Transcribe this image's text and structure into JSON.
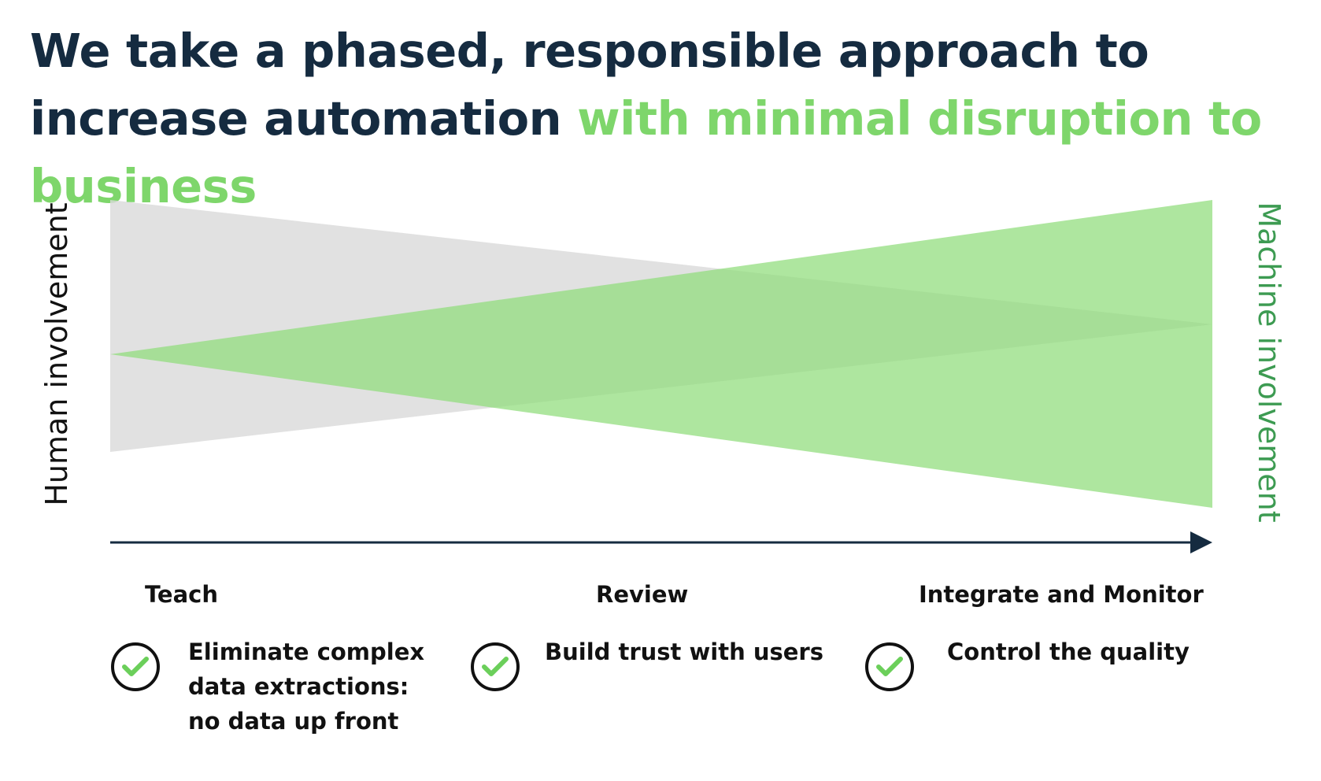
{
  "title": {
    "main": "We take a phased, responsible approach to increase automation ",
    "highlight": "with minimal disruption to business"
  },
  "axes": {
    "left_label": "Human involvement",
    "right_label": "Machine involvement"
  },
  "phases": [
    "Teach",
    "Review",
    "Integrate and Monitor"
  ],
  "benefits": [
    {
      "lines": [
        "Eliminate complex",
        "data extractions:",
        "no data up front"
      ]
    },
    {
      "lines": [
        "Build trust with users"
      ]
    },
    {
      "lines": [
        "Control the quality"
      ]
    }
  ],
  "icons": {
    "benefit_icon": "checkmark-circle-icon"
  },
  "colors": {
    "title_dark": "#152b40",
    "title_accent": "#7ed66b",
    "human_band": "#d9d9d9",
    "machine_band": "#8fdc7a",
    "machine_label": "#3d9b52",
    "arrow": "#152b40",
    "check": "#6bcf5a"
  }
}
